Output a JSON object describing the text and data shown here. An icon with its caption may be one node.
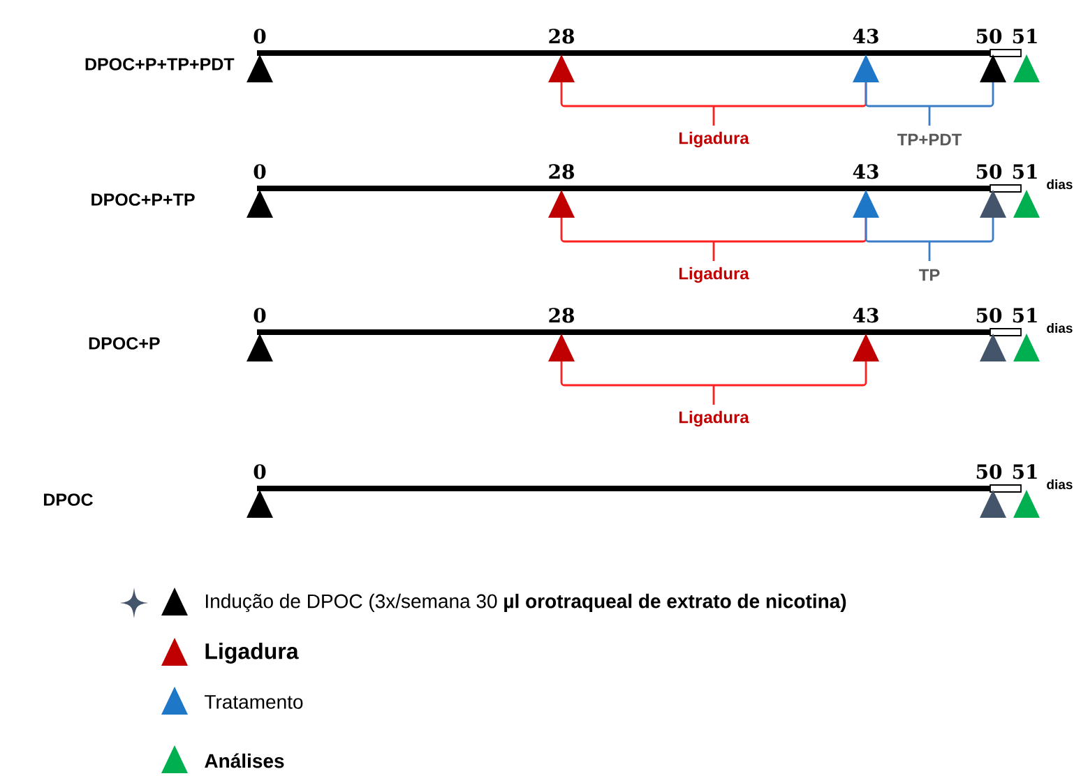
{
  "diagram": {
    "labels": [
      "DPOC+P+TP+PDT",
      "0",
      "28",
      "43",
      "50",
      "51",
      "Ligadura",
      "TP+PDT",
      "DPOC+P+TP",
      "0",
      "28",
      "43",
      "50",
      "51",
      "dias",
      "Ligadura",
      "TP",
      "DPOC+P",
      "0",
      "28",
      "43",
      "50",
      "51",
      "dias",
      "Ligadura",
      "DPOC",
      "0",
      "50",
      "51",
      "dias"
    ],
    "legend": [
      {
        "text": "Indução de DPOC (3x/semana 30 **µl orotraqueal de extrato de nicotina)**",
        "color": "#000000"
      },
      {
        "text": "Ligadura",
        "color": "#c00000"
      },
      {
        "text": "Tratamento",
        "color": "#1f77c8"
      },
      {
        "text": "Análises",
        "color": "#00b050"
      }
    ]
  }
}
